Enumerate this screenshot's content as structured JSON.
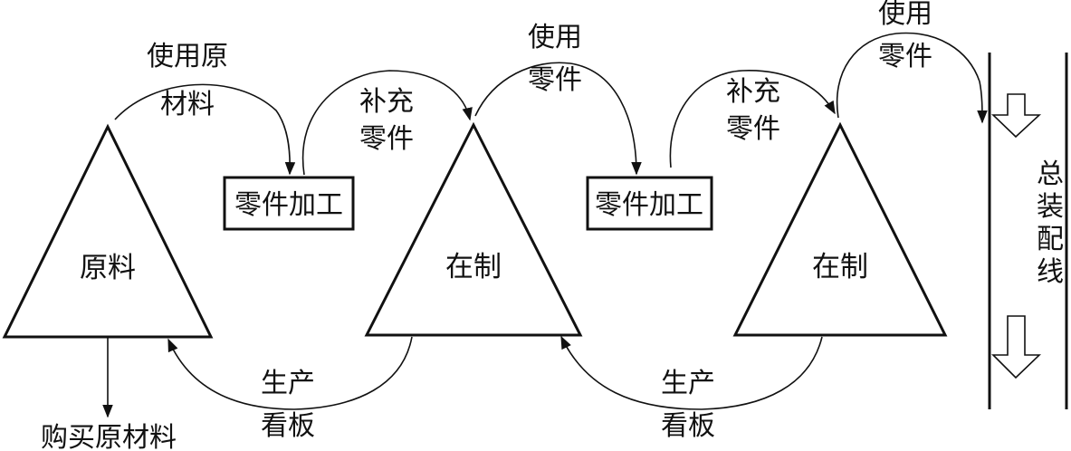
{
  "inventories": [
    {
      "label": "原料"
    },
    {
      "label": "在制"
    },
    {
      "label": "在制"
    }
  ],
  "processes": [
    {
      "label": "零件加工"
    },
    {
      "label": "零件加工"
    }
  ],
  "flows": {
    "use_raw": [
      "使用原",
      "材料"
    ],
    "replenish_1": [
      "补充",
      "零件"
    ],
    "use_parts_1": [
      "使用",
      "零件"
    ],
    "replenish_2": [
      "补充",
      "零件"
    ],
    "use_parts_2": [
      "使用",
      "零件"
    ],
    "kanban_1": [
      "生产",
      "看板"
    ],
    "kanban_2": [
      "生产",
      "看板"
    ],
    "purchase": "购买原材料"
  },
  "assembly_line": [
    "总",
    "装",
    "配",
    "线"
  ]
}
